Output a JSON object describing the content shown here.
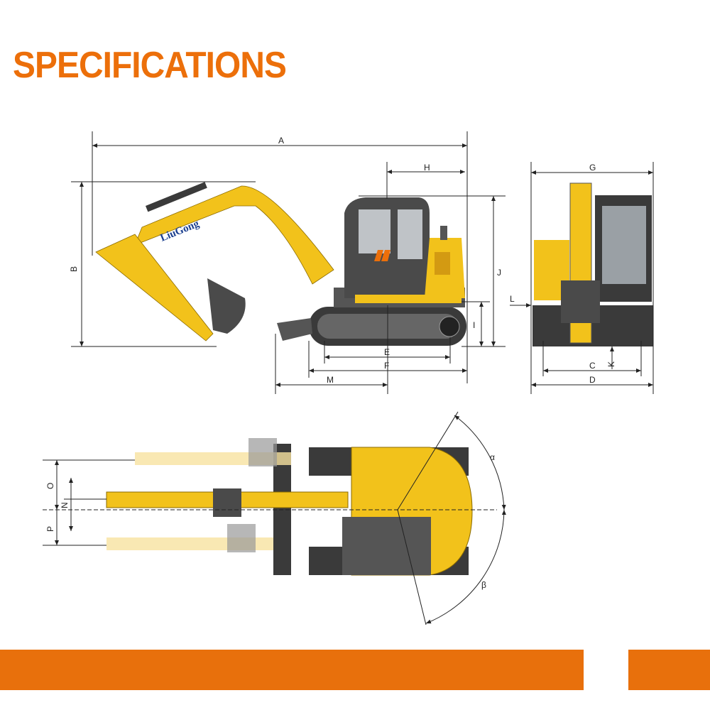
{
  "title": "SPECIFICATIONS",
  "brand_logo": "LiuGong",
  "colors": {
    "accent": "#ec6f0a",
    "machine_yellow": "#f2c21b",
    "cab_gray": "#4a4a4a",
    "track_dark": "#3a3a3a"
  },
  "side_view_labels": {
    "A": "A",
    "B": "B",
    "H": "H",
    "J": "J",
    "I": "I",
    "E": "E",
    "F": "F",
    "M": "M"
  },
  "front_view_labels": {
    "G": "G",
    "L": "L",
    "C": "C",
    "K": "K",
    "D": "D"
  },
  "top_view_labels": {
    "O": "O",
    "N": "N",
    "P": "P",
    "alpha": "α",
    "beta": "β"
  }
}
